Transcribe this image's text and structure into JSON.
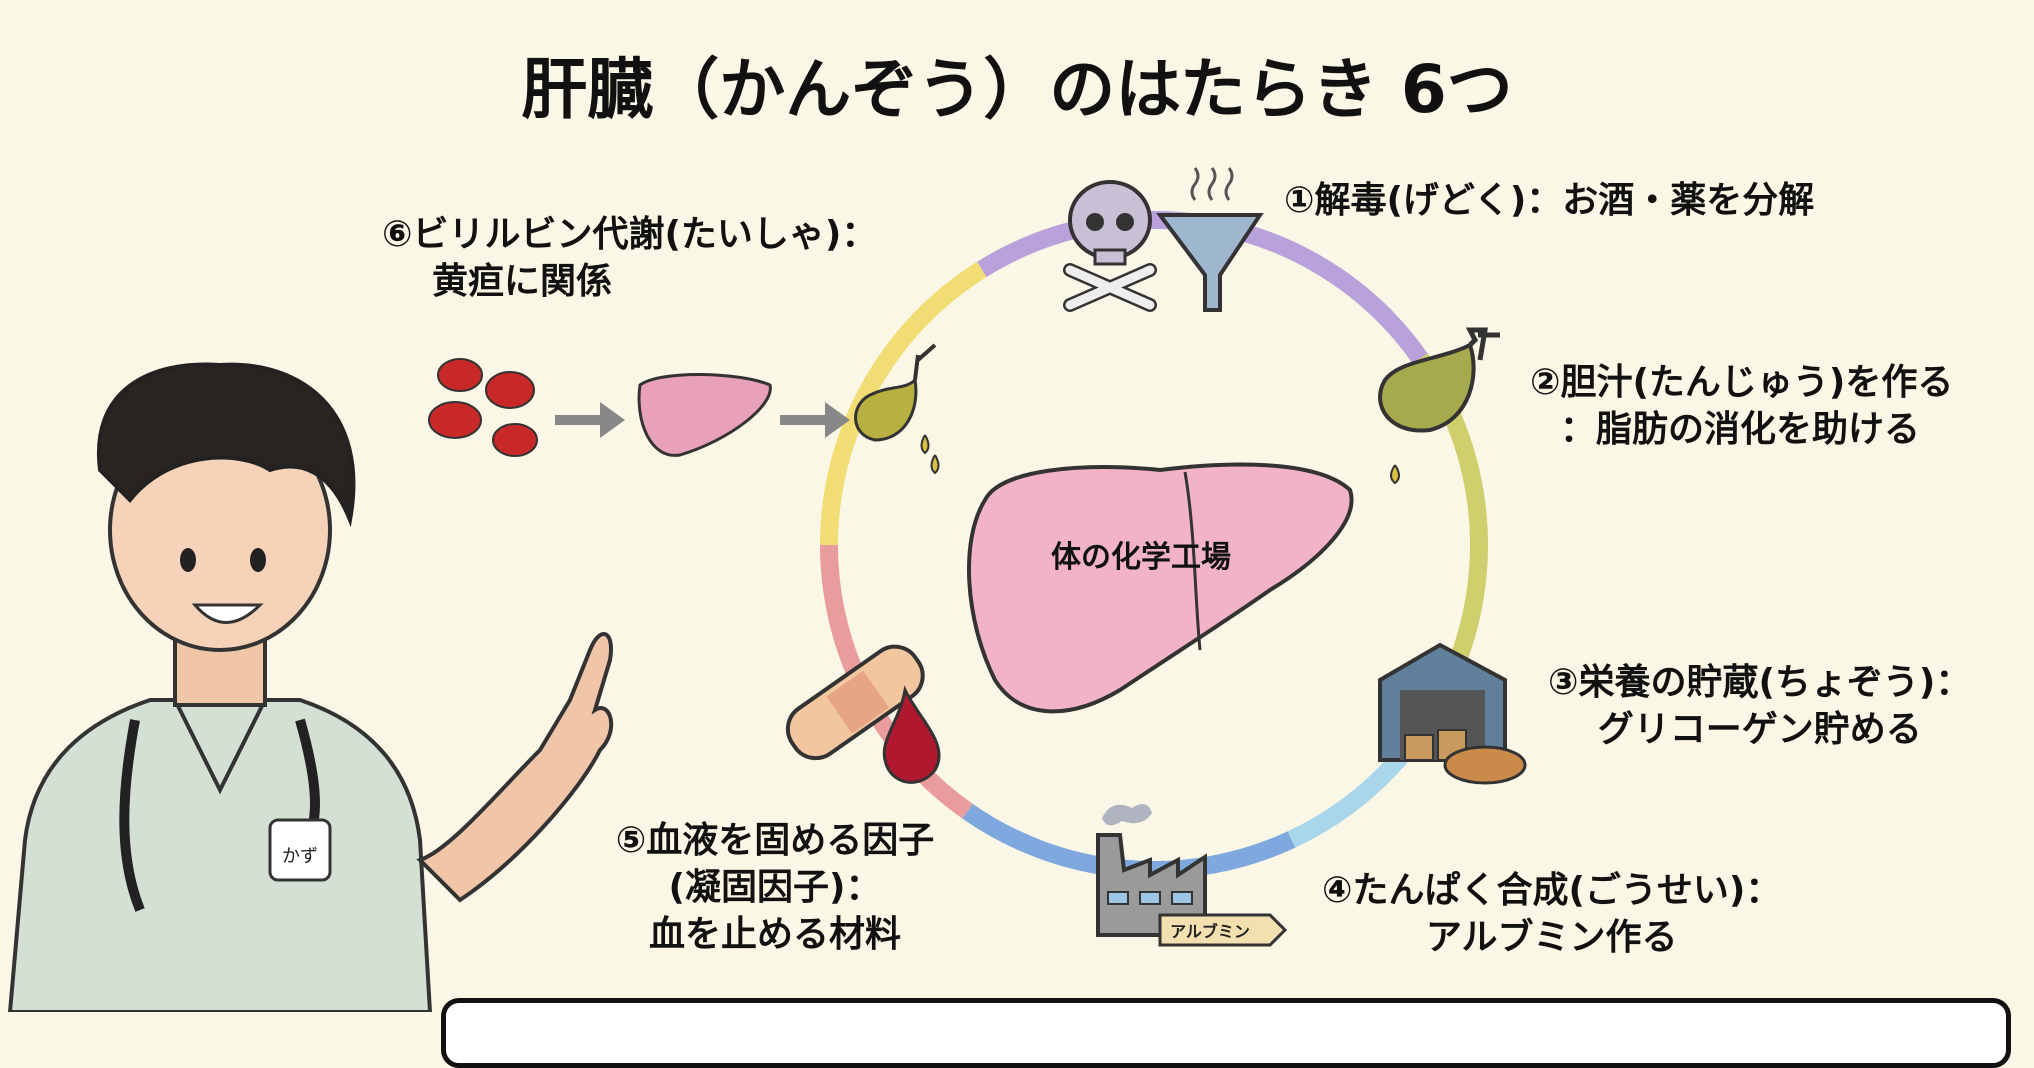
{
  "title": "肝臓（かんぞう）のはたらき 6つ",
  "center_label": "体の化学工場",
  "functions": [
    {
      "line1": "①解毒(げどく)：お酒・薬を分解"
    },
    {
      "line1": "②胆汁(たんじゅう)を作る",
      "line2": "：脂肪の消化を助ける"
    },
    {
      "line1": "③栄養の貯蔵(ちょぞう)：",
      "line2": "グリコーゲン貯める"
    },
    {
      "line1": "④たんぱく合成(ごうせい)：",
      "line2": "アルブミン作る"
    },
    {
      "line1": "⑤血液を固める因子",
      "line2": "(凝固因子)：",
      "line3": "血を止める材料"
    },
    {
      "line1": "⑥ビリルビン代謝(たいしゃ)：",
      "line2": "黄疸に関係"
    }
  ],
  "factory_tag": "アルブミン",
  "name_tag": "かず"
}
